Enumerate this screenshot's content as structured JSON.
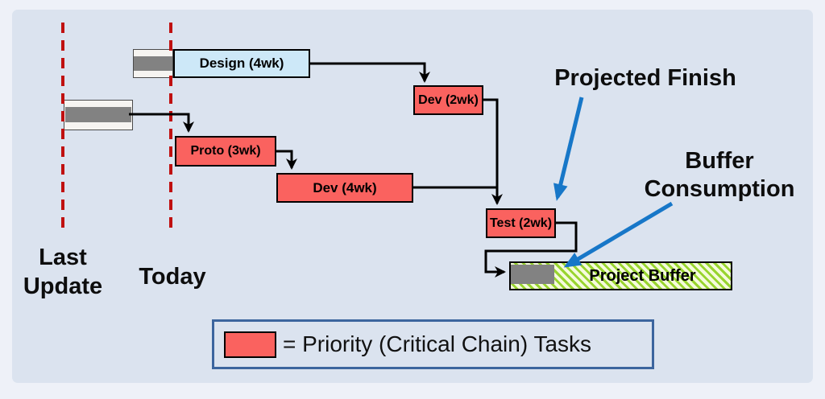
{
  "diagram": {
    "timeline": {
      "last_update": {
        "line1": "Last",
        "line2": "Update"
      },
      "today": "Today"
    },
    "tasks": {
      "design": "Design (4wk)",
      "dev2": "Dev (2wk)",
      "proto": "Proto (3wk)",
      "dev4": "Dev (4wk)",
      "test": "Test (2wk)"
    },
    "buffer": {
      "label": "Project Buffer"
    },
    "annotations": {
      "projected_finish": "Projected Finish",
      "buffer_consumption": {
        "line1": "Buffer",
        "line2": "Consumption"
      }
    },
    "legend": {
      "text": "= Priority (Critical Chain) Tasks"
    }
  },
  "colors": {
    "panel_bg": "#DBE3EF",
    "outer_bg": "#EEF1F8",
    "critical_task_fill": "#FA625F",
    "normal_task_fill": "#CDE8F8",
    "progress_fill": "#828282",
    "buffer_stripe": "#98D42E",
    "buffer_bg": "#F5FBDC",
    "callout_arrow_blue": "#1777C8",
    "date_line_red": "#C01010",
    "legend_border": "#3C659E",
    "connector_black": "#000000"
  }
}
